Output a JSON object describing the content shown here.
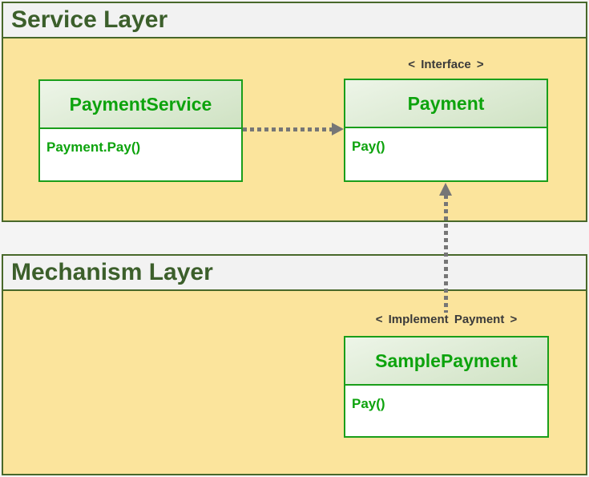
{
  "colors": {
    "page_bg": "#f4f4f4",
    "layer_border": "#48682a",
    "layer_header_bg": "#f2f2f2",
    "layer_title_text": "#3c5f2b",
    "layer_body_bg": "#fbe49c",
    "box_border": "#1a9e1a",
    "box_text_green": "#0da30d",
    "box_header_gradient_top": "#edf5e8",
    "box_header_gradient_bottom": "#cfe2c3",
    "box_body_bg": "#ffffff",
    "arrow_gray": "#767676",
    "stereotype_text": "#3a3a3a"
  },
  "layers": {
    "service": {
      "title": "Service Layer"
    },
    "mechanism": {
      "title": "Mechanism Layer"
    }
  },
  "classes": {
    "payment_service": {
      "title": "PaymentService",
      "member": "Payment.Pay()"
    },
    "payment": {
      "stereotype": "< Interface >",
      "title": "Payment",
      "member": "Pay()"
    },
    "sample_payment": {
      "stereotype": "< Implement Payment >",
      "title": "SamplePayment",
      "member": "Pay()"
    }
  },
  "relations": {
    "dependency": {
      "from": "PaymentService",
      "to": "Payment",
      "style": "dotted-arrow-right"
    },
    "realization": {
      "from": "SamplePayment",
      "to": "Payment",
      "style": "dotted-arrow-up"
    }
  }
}
